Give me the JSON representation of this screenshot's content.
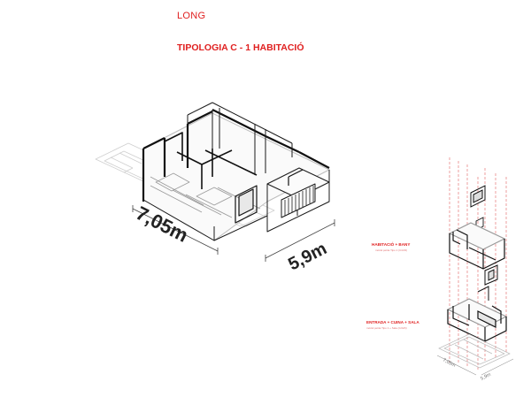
{
  "header": {
    "title": "LONG",
    "subtitle": "TIPOLOGIA C - 1 HABITACIÓ"
  },
  "main_drawing": {
    "dim_length": "7,05m",
    "dim_width": "5,9m"
  },
  "exploded_drawing": {
    "label_upper": "HABITACIÓ + BANY",
    "label_upper_sub": "mòdul petita Tipo 1 (C/A/D)",
    "label_lower": "ENTRADA + CUINA + SALA",
    "label_lower_sub": "mòdul petita Tipo 1 + Sala (C/A/D)",
    "dim_length": "7,05m",
    "dim_width": "5,9m"
  },
  "colors": {
    "accent": "#e02020",
    "line": "#1a1a1a",
    "faint": "#c8c8c8"
  }
}
